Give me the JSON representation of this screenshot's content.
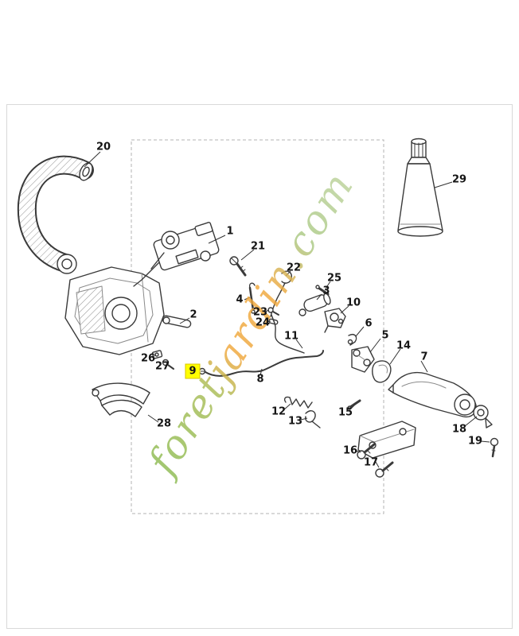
{
  "page": {
    "background": "#ffffff",
    "frame_border_color": "#d9d9d9"
  },
  "watermark": {
    "text": "foretjardin.com",
    "colors": {
      "green": "#8cbb52",
      "orange": "#f0a83c",
      "pale_green": "#b3cc8d"
    }
  },
  "diagram": {
    "type": "exploded-parts-diagram",
    "subject": "chainsaw handle / throttle assembly",
    "highlighted_part": "9",
    "highlight_color": "#ffff00",
    "part_labels": [
      "1",
      "2",
      "3",
      "4",
      "5",
      "6",
      "7",
      "8",
      "9",
      "10",
      "11",
      "12",
      "13",
      "14",
      "15",
      "16",
      "17",
      "18",
      "19",
      "20",
      "21",
      "22",
      "23",
      "24",
      "25",
      "26",
      "27",
      "28",
      "29"
    ]
  }
}
